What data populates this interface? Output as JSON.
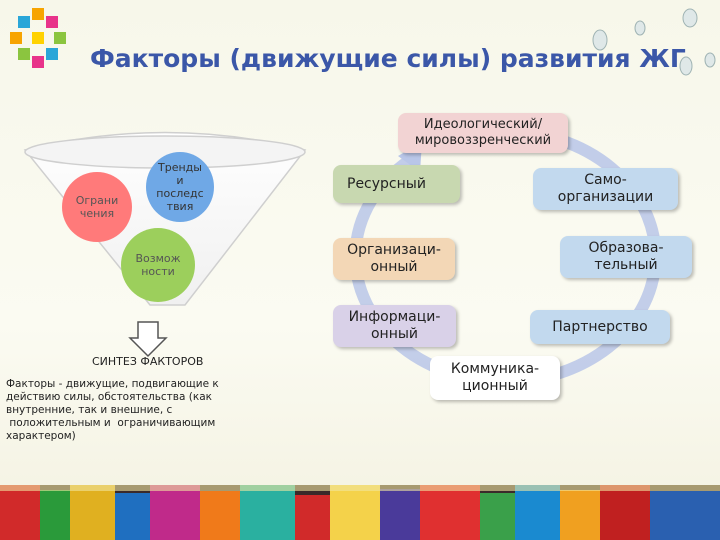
{
  "title": "Факторы (движущие силы) развития ЖГ",
  "funnel": {
    "bubbles": {
      "ogr": [
        "Ограни",
        "чения"
      ],
      "trend": [
        "Тренды",
        "и",
        "последс",
        "твия"
      ],
      "voz": [
        "Возмож",
        "ности"
      ]
    }
  },
  "synthesis": {
    "label": "СИНТЕЗ ФАКТОРОВ",
    "description_lines": [
      "Факторы - движущие, подвигающие к",
      "действию силы,  обстоятельства (как",
      "внутренние, так и внешние, с",
      " положительным и  ограничивающим",
      "характером)"
    ]
  },
  "cycle": {
    "ideo": [
      "Идеологический/",
      "мировоззренческий"
    ],
    "res": [
      "Ресурсный"
    ],
    "samo": [
      "Само-",
      "организации"
    ],
    "org": [
      "Организаци-",
      "онный"
    ],
    "obr": [
      "Образова-",
      "тельный"
    ],
    "inf": [
      "Информаци-",
      "онный"
    ],
    "par": [
      "Партнерство"
    ],
    "kom": [
      "Коммуника-",
      "ционный"
    ]
  },
  "colors": {
    "title": "#3b57a8",
    "cycle_arrow": "#b9c6e8"
  }
}
